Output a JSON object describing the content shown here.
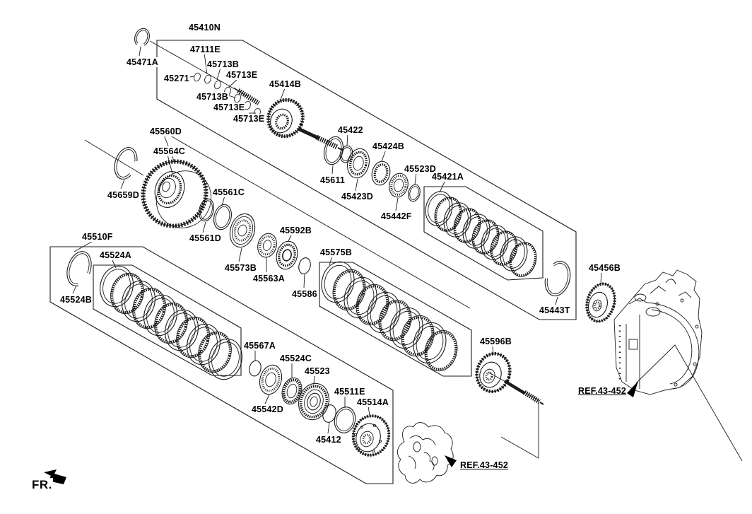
{
  "page": {
    "background": "#ffffff",
    "line_color": "#1b1b1b"
  },
  "diagram": {
    "kind": "exploded-parts-diagram",
    "fr_label": "FR.",
    "reference_labels": [
      {
        "text": "REF.43-452"
      },
      {
        "text": "REF.43-452"
      }
    ],
    "part_labels": [
      {
        "text": "45471A"
      },
      {
        "text": "45410N"
      },
      {
        "text": "47111E"
      },
      {
        "text": "45713B"
      },
      {
        "text": "45271"
      },
      {
        "text": "45713E"
      },
      {
        "text": "45713B"
      },
      {
        "text": "45713E"
      },
      {
        "text": "45713E"
      },
      {
        "text": "45414B"
      },
      {
        "text": "45422"
      },
      {
        "text": "45611"
      },
      {
        "text": "45424B"
      },
      {
        "text": "45423D"
      },
      {
        "text": "45523D"
      },
      {
        "text": "45442F"
      },
      {
        "text": "45421A"
      },
      {
        "text": "45443T"
      },
      {
        "text": "45456B"
      },
      {
        "text": "45560D"
      },
      {
        "text": "45564C"
      },
      {
        "text": "45659D"
      },
      {
        "text": "45561C"
      },
      {
        "text": "45561D"
      },
      {
        "text": "45573B"
      },
      {
        "text": "45592B"
      },
      {
        "text": "45563A"
      },
      {
        "text": "45586"
      },
      {
        "text": "45510F"
      },
      {
        "text": "45524A"
      },
      {
        "text": "45524B"
      },
      {
        "text": "45575B"
      },
      {
        "text": "45567A"
      },
      {
        "text": "45524C"
      },
      {
        "text": "45523"
      },
      {
        "text": "45511E"
      },
      {
        "text": "45514A"
      },
      {
        "text": "45542D"
      },
      {
        "text": "45412"
      },
      {
        "text": "45596B"
      }
    ]
  }
}
